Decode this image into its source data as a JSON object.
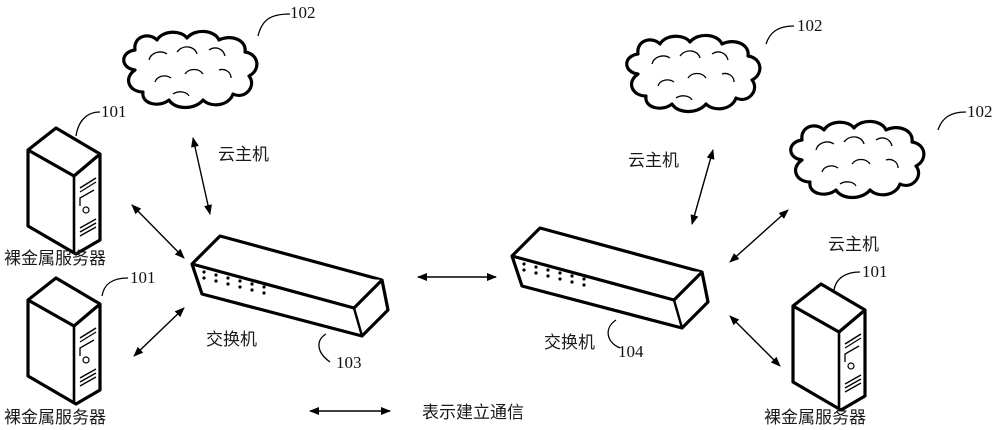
{
  "diagram": {
    "labels": {
      "cloud_host": "云主机",
      "bare_metal_server": "裸金属服务器",
      "switch": "交换机",
      "legend_text": "表示建立通信"
    },
    "refs": {
      "server": "101",
      "cloud": "102",
      "switch_left": "103",
      "switch_right": "104"
    },
    "left_group": {
      "cloud": {
        "label": "云主机",
        "ref": "102"
      },
      "servers": [
        {
          "label": "裸金属服务器",
          "ref": "101"
        },
        {
          "label": "裸金属服务器",
          "ref": "101"
        }
      ],
      "switch": {
        "label": "交换机",
        "ref": "103"
      }
    },
    "right_group": {
      "clouds": [
        {
          "label": "云主机",
          "ref": "102"
        },
        {
          "label": "云主机",
          "ref": "102"
        }
      ],
      "server": {
        "label": "裸金属服务器",
        "ref": "101"
      },
      "switch": {
        "label": "交换机",
        "ref": "104"
      }
    },
    "legend": {
      "icon": "double-arrow-icon",
      "text": "表示建立通信"
    }
  }
}
